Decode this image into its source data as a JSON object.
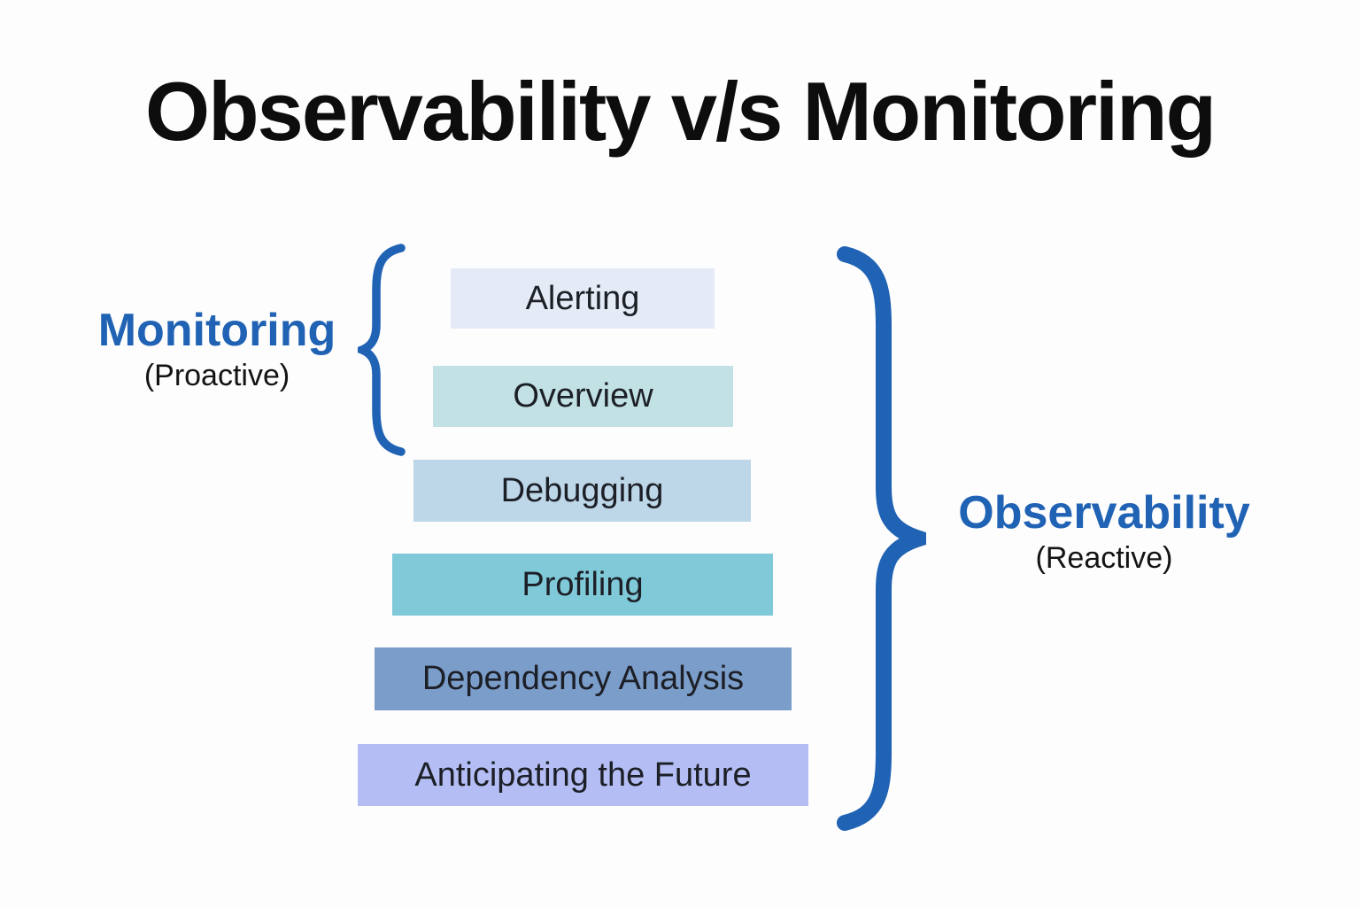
{
  "title": "Observability v/s Monitoring",
  "monitoring_group": {
    "label": "Monitoring",
    "qualifier": "(Proactive)"
  },
  "observability_group": {
    "label": "Observability",
    "qualifier": "(Reactive)"
  },
  "stack": {
    "layers": [
      {
        "label": "Alerting",
        "color": "#e4ebf6"
      },
      {
        "label": "Overview",
        "color": "#c2e1e4"
      },
      {
        "label": "Debugging",
        "color": "#bdd6e8"
      },
      {
        "label": "Profiling",
        "color": "#80c9d9"
      },
      {
        "label": "Dependency Analysis",
        "color": "#7b9dca"
      },
      {
        "label": "Anticipating the Future",
        "color": "#b4bef4"
      }
    ]
  },
  "colors": {
    "accent_blue": "#2062b4",
    "box_text": "#1c1f26",
    "title_text": "#0d0d0d",
    "background": "#fdfdfd"
  }
}
